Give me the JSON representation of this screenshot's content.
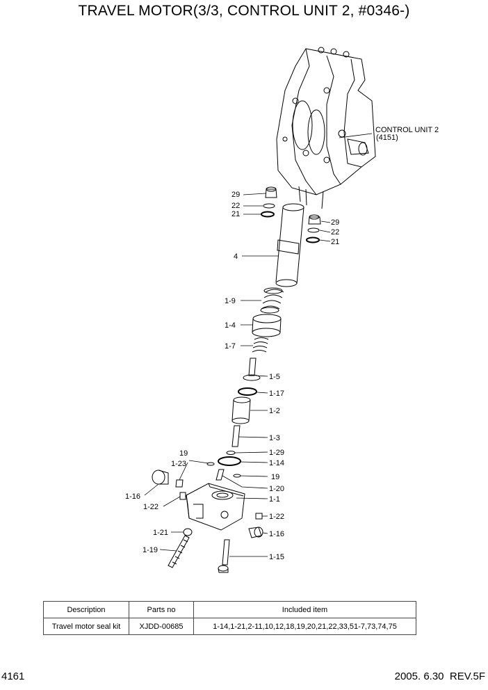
{
  "title": "TRAVEL MOTOR(3/3, CONTROL UNIT 2, #0346-)",
  "control_unit_label": "CONTROL UNIT 2",
  "control_unit_ref": "(4151)",
  "callouts": {
    "c29a": "29",
    "c22a": "22",
    "c21a": "21",
    "c29b": "29",
    "c22b": "22",
    "c21b": "21",
    "c4": "4",
    "c1_9": "1-9",
    "c1_4": "1-4",
    "c1_7": "1-7",
    "c1_5": "1-5",
    "c1_17": "1-17",
    "c1_2": "1-2",
    "c1_3": "1-3",
    "c1_29": "1-29",
    "c1_14": "1-14",
    "c19a": "19",
    "c1_23": "1-23",
    "c19b": "19",
    "c1_20": "1-20",
    "c1_16a": "1-16",
    "c1_1": "1-1",
    "c1_22a": "1-22",
    "c1_22b": "1-22",
    "c1_21": "1-21",
    "c1_16b": "1-16",
    "c1_19": "1-19",
    "c1_15": "1-15"
  },
  "table": {
    "headers": [
      "Description",
      "Parts no",
      "Included item"
    ],
    "rows": [
      [
        "Travel motor seal kit",
        "XJDD-00685",
        "1-14,1-21,2-11,10,12,18,19,20,21,22,33,51-7,73,74,75"
      ]
    ]
  },
  "footer": {
    "page": "4161",
    "date_rev": "2005. 6.30  REV.5F"
  }
}
